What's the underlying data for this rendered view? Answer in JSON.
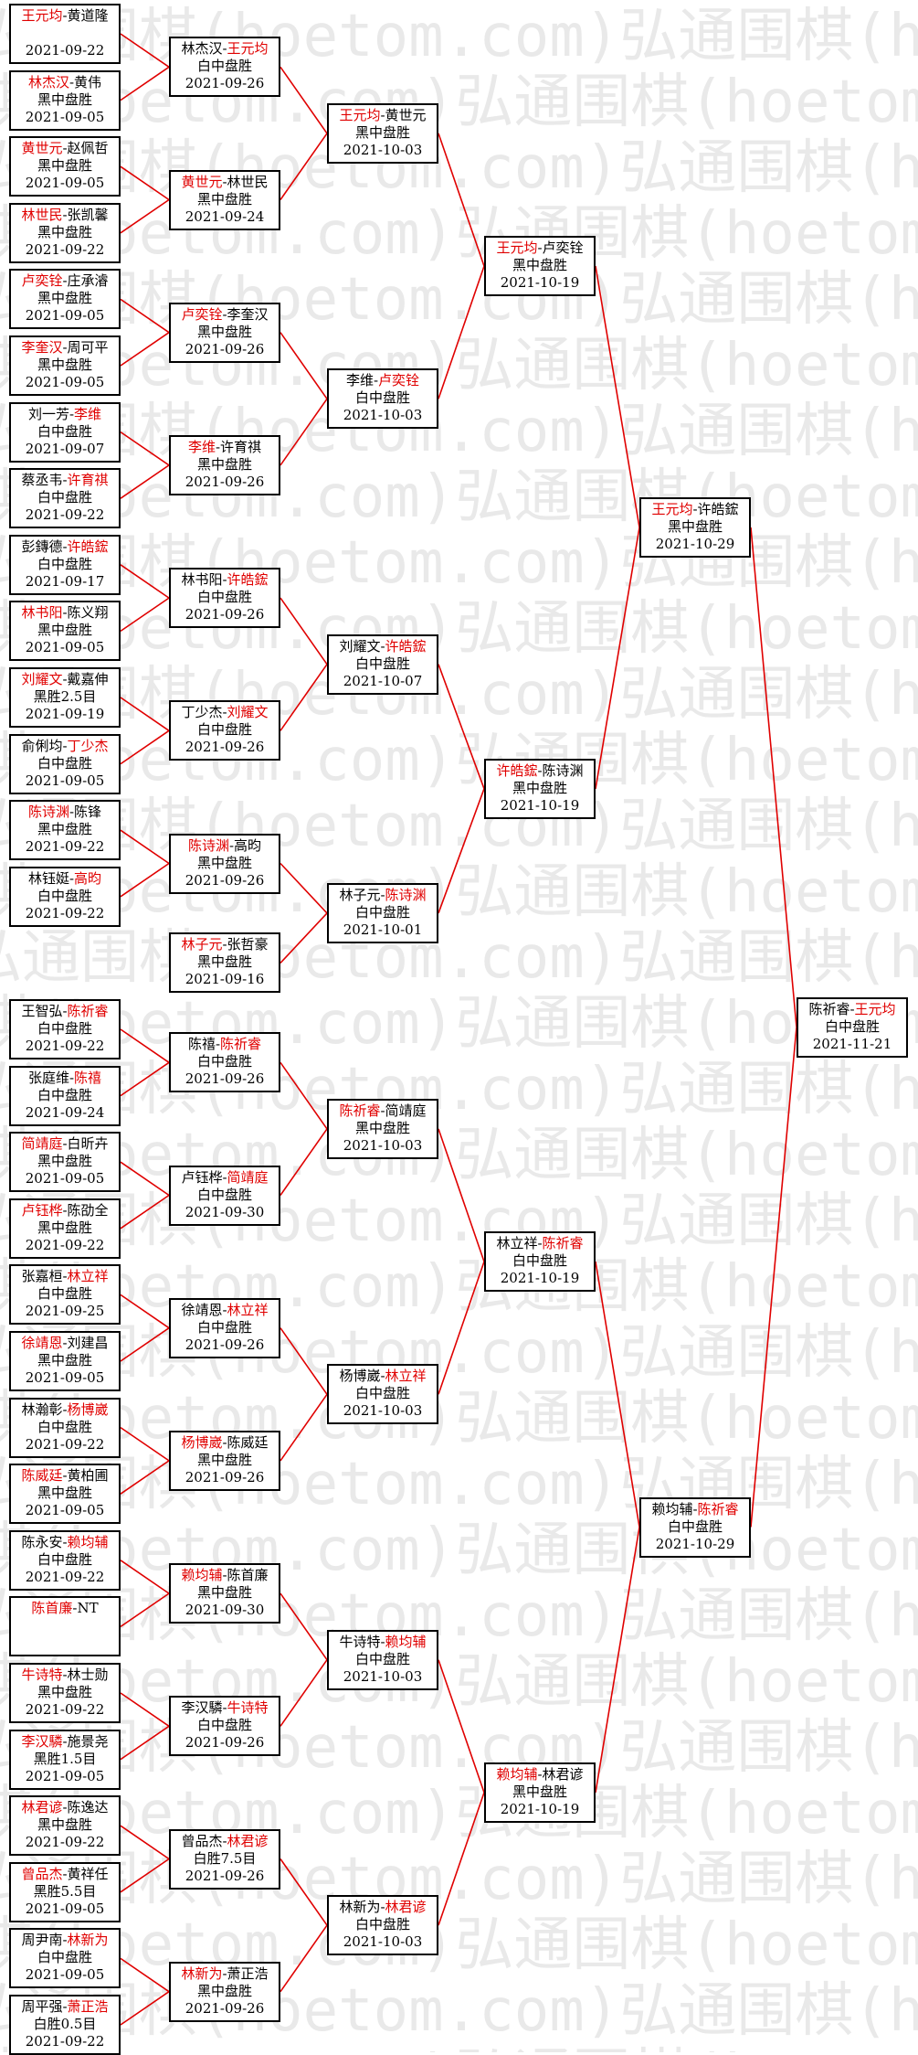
{
  "watermark": "弘通围棋(hoetom.com)",
  "line_color": "#e00000",
  "winner_color": "#e00000",
  "rounds": [
    {
      "name": "round-1",
      "matches": [
        {
          "p1": "王元均",
          "p2": "黄道隆",
          "w": 1,
          "res": "",
          "date": "2021-09-22"
        },
        {
          "p1": "林杰汉",
          "p2": "黄伟",
          "w": 1,
          "res": "黑中盘胜",
          "date": "2021-09-05"
        },
        {
          "p1": "黄世元",
          "p2": "赵佩哲",
          "w": 1,
          "res": "黑中盘胜",
          "date": "2021-09-05"
        },
        {
          "p1": "林世民",
          "p2": "张凯馨",
          "w": 1,
          "res": "黑中盘胜",
          "date": "2021-09-22"
        },
        {
          "p1": "卢奕铨",
          "p2": "庄承濬",
          "w": 1,
          "res": "黑中盘胜",
          "date": "2021-09-05"
        },
        {
          "p1": "李奎汉",
          "p2": "周可平",
          "w": 1,
          "res": "黑中盘胜",
          "date": "2021-09-05"
        },
        {
          "p1": "刘一芳",
          "p2": "李维",
          "w": 2,
          "res": "白中盘胜",
          "date": "2021-09-07"
        },
        {
          "p1": "蔡丞韦",
          "p2": "许育祺",
          "w": 2,
          "res": "白中盘胜",
          "date": "2021-09-22"
        },
        {
          "p1": "彭鏄德",
          "p2": "许皓鋐",
          "w": 2,
          "res": "白中盘胜",
          "date": "2021-09-17"
        },
        {
          "p1": "林书阳",
          "p2": "陈义翔",
          "w": 1,
          "res": "黑中盘胜",
          "date": "2021-09-05"
        },
        {
          "p1": "刘耀文",
          "p2": "戴嘉伸",
          "w": 1,
          "res": "黑胜2.5目",
          "date": "2021-09-19"
        },
        {
          "p1": "俞俐均",
          "p2": "丁少杰",
          "w": 2,
          "res": "白中盘胜",
          "date": "2021-09-05"
        },
        {
          "p1": "陈诗渊",
          "p2": "陈锋",
          "w": 1,
          "res": "黑中盘胜",
          "date": "2021-09-22"
        },
        {
          "p1": "林钰娗",
          "p2": "高昀",
          "w": 2,
          "res": "白中盘胜",
          "date": "2021-09-22"
        },
        {
          "p1": "王智弘",
          "p2": "陈祈睿",
          "w": 2,
          "res": "白中盘胜",
          "date": "2021-09-22"
        },
        {
          "p1": "张庭维",
          "p2": "陈禧",
          "w": 2,
          "res": "白中盘胜",
          "date": "2021-09-24"
        },
        {
          "p1": "简靖庭",
          "p2": "白昕卉",
          "w": 1,
          "res": "黑中盘胜",
          "date": "2021-09-05"
        },
        {
          "p1": "卢钰桦",
          "p2": "陈劭全",
          "w": 1,
          "res": "黑中盘胜",
          "date": "2021-09-22"
        },
        {
          "p1": "张嘉桓",
          "p2": "林立祥",
          "w": 2,
          "res": "白中盘胜",
          "date": "2021-09-25"
        },
        {
          "p1": "徐靖恩",
          "p2": "刘建昌",
          "w": 1,
          "res": "黑中盘胜",
          "date": "2021-09-05"
        },
        {
          "p1": "林瀚彰",
          "p2": "杨博崴",
          "w": 2,
          "res": "白中盘胜",
          "date": "2021-09-22"
        },
        {
          "p1": "陈威廷",
          "p2": "黄柏圃",
          "w": 1,
          "res": "黑中盘胜",
          "date": "2021-09-05"
        },
        {
          "p1": "陈永安",
          "p2": "赖均辅",
          "w": 2,
          "res": "白中盘胜",
          "date": "2021-09-22"
        },
        {
          "p1": "陈首廉",
          "p2": "NT",
          "w": 1,
          "res": "",
          "date": ""
        },
        {
          "p1": "牛诗特",
          "p2": "林士勋",
          "w": 1,
          "res": "黑中盘胜",
          "date": "2021-09-22"
        },
        {
          "p1": "李汉驎",
          "p2": "施景尧",
          "w": 1,
          "res": "黑胜1.5目",
          "date": "2021-09-05"
        },
        {
          "p1": "林君谚",
          "p2": "陈逸达",
          "w": 1,
          "res": "黑中盘胜",
          "date": "2021-09-22"
        },
        {
          "p1": "曾品杰",
          "p2": "黄祥任",
          "w": 1,
          "res": "黑胜5.5目",
          "date": "2021-09-05"
        },
        {
          "p1": "周尹南",
          "p2": "林新为",
          "w": 2,
          "res": "白中盘胜",
          "date": "2021-09-05"
        },
        {
          "p1": "周平强",
          "p2": "萧正浩",
          "w": 2,
          "res": "白胜0.5目",
          "date": "2021-09-22"
        }
      ]
    },
    {
      "name": "round-2",
      "matches": [
        {
          "p1": "林杰汉",
          "p2": "王元均",
          "w": 2,
          "res": "白中盘胜",
          "date": "2021-09-26"
        },
        {
          "p1": "黄世元",
          "p2": "林世民",
          "w": 1,
          "res": "黑中盘胜",
          "date": "2021-09-24"
        },
        {
          "p1": "卢奕铨",
          "p2": "李奎汉",
          "w": 1,
          "res": "黑中盘胜",
          "date": "2021-09-26"
        },
        {
          "p1": "李维",
          "p2": "许育祺",
          "w": 1,
          "res": "黑中盘胜",
          "date": "2021-09-26"
        },
        {
          "p1": "林书阳",
          "p2": "许皓鋐",
          "w": 2,
          "res": "白中盘胜",
          "date": "2021-09-26"
        },
        {
          "p1": "丁少杰",
          "p2": "刘耀文",
          "w": 2,
          "res": "白中盘胜",
          "date": "2021-09-26"
        },
        {
          "p1": "陈诗渊",
          "p2": "高昀",
          "w": 1,
          "res": "黑中盘胜",
          "date": "2021-09-26"
        },
        {
          "p1": "林子元",
          "p2": "张哲豪",
          "w": 1,
          "res": "黑中盘胜",
          "date": "2021-09-16"
        },
        {
          "p1": "陈禧",
          "p2": "陈祈睿",
          "w": 2,
          "res": "白中盘胜",
          "date": "2021-09-26"
        },
        {
          "p1": "卢钰桦",
          "p2": "简靖庭",
          "w": 2,
          "res": "白中盘胜",
          "date": "2021-09-30"
        },
        {
          "p1": "徐靖恩",
          "p2": "林立祥",
          "w": 2,
          "res": "白中盘胜",
          "date": "2021-09-26"
        },
        {
          "p1": "杨博崴",
          "p2": "陈威廷",
          "w": 1,
          "res": "黑中盘胜",
          "date": "2021-09-26"
        },
        {
          "p1": "赖均辅",
          "p2": "陈首廉",
          "w": 1,
          "res": "黑中盘胜",
          "date": "2021-09-30"
        },
        {
          "p1": "李汉驎",
          "p2": "牛诗特",
          "w": 2,
          "res": "白中盘胜",
          "date": "2021-09-26"
        },
        {
          "p1": "曾品杰",
          "p2": "林君谚",
          "w": 2,
          "res": "白胜7.5目",
          "date": "2021-09-26"
        },
        {
          "p1": "林新为",
          "p2": "萧正浩",
          "w": 1,
          "res": "黑中盘胜",
          "date": "2021-09-26"
        }
      ]
    },
    {
      "name": "round-3",
      "matches": [
        {
          "p1": "王元均",
          "p2": "黄世元",
          "w": 1,
          "res": "黑中盘胜",
          "date": "2021-10-03"
        },
        {
          "p1": "李维",
          "p2": "卢奕铨",
          "w": 2,
          "res": "白中盘胜",
          "date": "2021-10-03"
        },
        {
          "p1": "刘耀文",
          "p2": "许皓鋐",
          "w": 2,
          "res": "白中盘胜",
          "date": "2021-10-07"
        },
        {
          "p1": "林子元",
          "p2": "陈诗渊",
          "w": 2,
          "res": "白中盘胜",
          "date": "2021-10-01"
        },
        {
          "p1": "陈祈睿",
          "p2": "简靖庭",
          "w": 1,
          "res": "黑中盘胜",
          "date": "2021-10-03"
        },
        {
          "p1": "杨博崴",
          "p2": "林立祥",
          "w": 2,
          "res": "白中盘胜",
          "date": "2021-10-03"
        },
        {
          "p1": "牛诗特",
          "p2": "赖均辅",
          "w": 2,
          "res": "白中盘胜",
          "date": "2021-10-03"
        },
        {
          "p1": "林新为",
          "p2": "林君谚",
          "w": 2,
          "res": "白中盘胜",
          "date": "2021-10-03"
        }
      ]
    },
    {
      "name": "round-4",
      "matches": [
        {
          "p1": "王元均",
          "p2": "卢奕铨",
          "w": 1,
          "res": "黑中盘胜",
          "date": "2021-10-19"
        },
        {
          "p1": "许皓鋐",
          "p2": "陈诗渊",
          "w": 1,
          "res": "黑中盘胜",
          "date": "2021-10-19"
        },
        {
          "p1": "林立祥",
          "p2": "陈祈睿",
          "w": 2,
          "res": "白中盘胜",
          "date": "2021-10-19"
        },
        {
          "p1": "赖均辅",
          "p2": "林君谚",
          "w": 1,
          "res": "黑中盘胜",
          "date": "2021-10-19"
        }
      ]
    },
    {
      "name": "semifinal",
      "matches": [
        {
          "p1": "王元均",
          "p2": "许皓鋐",
          "w": 1,
          "res": "黑中盘胜",
          "date": "2021-10-29"
        },
        {
          "p1": "赖均辅",
          "p2": "陈祈睿",
          "w": 2,
          "res": "白中盘胜",
          "date": "2021-10-29"
        }
      ]
    },
    {
      "name": "final",
      "matches": [
        {
          "p1": "陈祈睿",
          "p2": "王元均",
          "w": 2,
          "res": "白中盘胜",
          "date": "2021-11-21"
        }
      ]
    }
  ]
}
